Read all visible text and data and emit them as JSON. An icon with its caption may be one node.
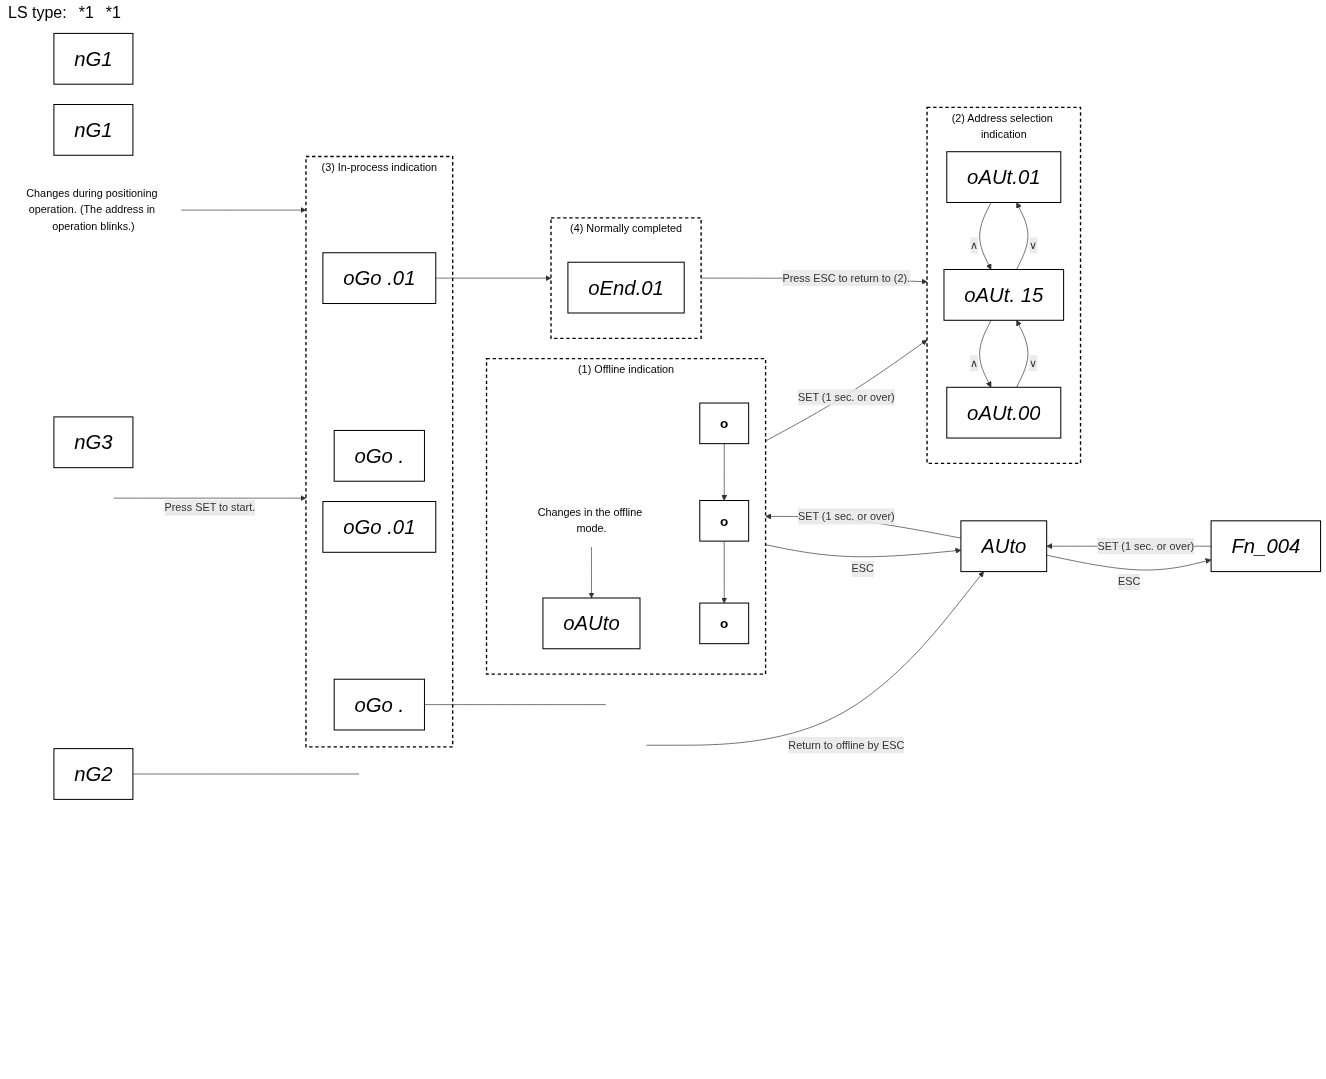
{
  "diagram": {
    "nodes": [
      {
        "text": [
          "Fn_004"
        ]
      },
      {
        "text": [
          "nG1"
        ]
      },
      {
        "text": [
          "AUto"
        ]
      },
      {
        "text": [
          "(1) Offline indication"
        ]
      },
      {
        "text": [
          "oAUto"
        ],
        "in": 3
      },
      {
        "text": [
          "o"
        ],
        "in": 3
      },
      {
        "text": [
          "o"
        ],
        "in": 3
      },
      {
        "text": [
          "o"
        ],
        "in": 3
      },
      {
        "text": [
          "Changes in the offline mode."
        ],
        "in": 3
      },
      {
        "text": [
          "(2) Address selection indication"
        ]
      },
      {
        "text": [
          "oAUt.01"
        ],
        "in": 9
      },
      {
        "text": [
          "oAUt. 15"
        ],
        "in": 9
      },
      {
        "text": [
          "oAUt.00"
        ],
        "in": 9
      },
      {
        "text": [
          "(3) In-process indication"
        ]
      },
      {
        "text": [
          "oGo .01"
        ],
        "in": 13
      },
      {
        "text": [
          "oGo ."
        ],
        "in": 13
      },
      {
        "text": [
          "oGo .01"
        ],
        "in": 13
      },
      {
        "text": [
          "oGo ."
        ],
        "in": 13
      },
      {
        "text": [
          "(4) Normally completed"
        ]
      },
      {
        "text": [
          "oEnd.01"
        ],
        "in": 18
      },
      {
        "text": [
          "nG1"
        ]
      },
      {
        "text": [
          "nG2"
        ]
      },
      {
        "text": [
          "nG3"
        ]
      },
      {
        "text": [
          "Changes during positioning operation. (The address in operation blinks.)"
        ]
      }
    ],
    "edges": [
      {
        "from": 0,
        "to": 2,
        "arrow": "to",
        "label": "SET (1 sec. or over)"
      },
      {
        "from": 2,
        "to": 0,
        "arrow": "to",
        "label": "ESC"
      },
      {
        "from": 2,
        "to": 3,
        "arrow": "to",
        "label": "SET (1 sec. or over)"
      },
      {
        "from": 3,
        "to": 2,
        "arrow": "to",
        "label": "ESC"
      },
      {
        "from": 8,
        "to": 4,
        "arrow": "to"
      },
      {
        "from": 5,
        "to": 6,
        "arrow": "to"
      },
      {
        "from": 6,
        "to": 7,
        "arrow": "to"
      },
      {
        "from": 3,
        "to": 9,
        "arrow": "to",
        "label": "SET (1 sec. or over)"
      },
      {
        "from": 10,
        "to": 11,
        "arrow": "to",
        "label": "∧"
      },
      {
        "from": 11,
        "to": 10,
        "arrow": "to",
        "label": "∨"
      },
      {
        "from": 11,
        "to": 12,
        "arrow": "to",
        "label": "∧"
      },
      {
        "from": 12,
        "to": 11,
        "arrow": "to",
        "label": "∨"
      },
      {
        "from": null,
        "to": 13,
        "arrow": "to",
        "label": "Press SET to start."
      },
      {
        "from": 23,
        "to": 13,
        "arrow": "to"
      },
      {
        "from": 14,
        "to": 18,
        "arrow": "to"
      },
      {
        "from": 18,
        "to": 9,
        "arrow": "to",
        "label": "Press ESC to return to (2)."
      },
      {
        "from": 17,
        "to": null,
        "arrow": "none"
      },
      {
        "from": 21,
        "to": null,
        "arrow": "none"
      },
      {
        "from": null,
        "to": 2,
        "arrow": "to",
        "label": "Return to offline by ESC"
      }
    ],
    "labels": [
      "LS type:",
      "*1",
      "*1"
    ]
  }
}
